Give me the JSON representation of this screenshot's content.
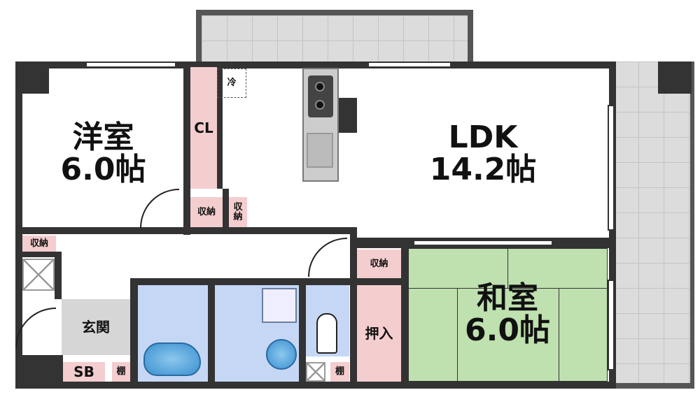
{
  "rooms": {
    "western": {
      "name": "洋室",
      "size": "6.0帖"
    },
    "ldk": {
      "name": "LDK",
      "size": "14.2帖"
    },
    "japanese": {
      "name": "和室",
      "size": "6.0帖"
    },
    "closet": "CL",
    "fridge": "冷",
    "storage": "収納",
    "storage_vertical": "収\n納",
    "entrance": "玄関",
    "shoebox": "SB",
    "shelf": "棚",
    "oshiire": "押入"
  },
  "colors": {
    "wall": "#333333",
    "storage": "#f4cdcf",
    "wet_area": "#c6d7f5",
    "tatami": "#bfe0af",
    "balcony": "#dcdcdc",
    "entrance": "#d6d6d6"
  }
}
